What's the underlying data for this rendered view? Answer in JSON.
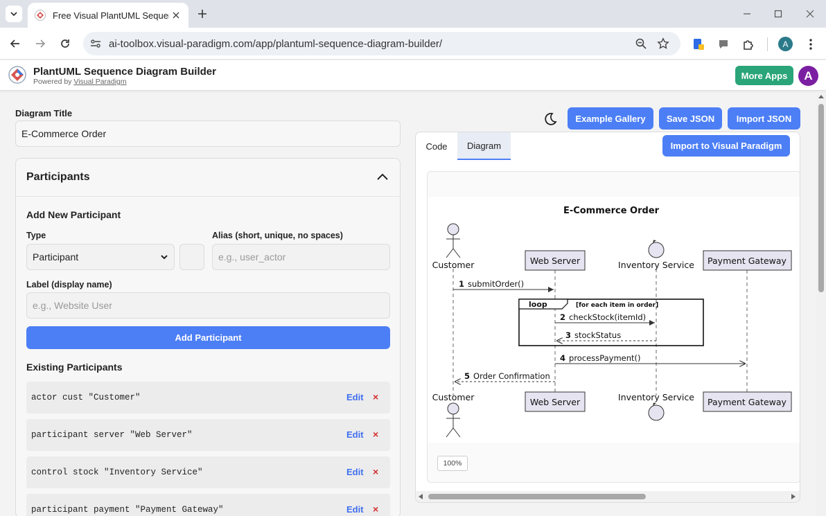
{
  "browser": {
    "tab_title": "Free Visual PlantUML Sequence Diagram Builder",
    "url": "ai-toolbox.visual-paradigm.com/app/plantuml-sequence-diagram-builder/",
    "profile_initial": "A"
  },
  "app": {
    "title": "PlantUML Sequence Diagram Builder",
    "powered_prefix": "Powered by ",
    "powered_link": "Visual Paradigm",
    "more_apps": "More Apps",
    "user_initial": "A"
  },
  "form": {
    "diagram_title_label": "Diagram Title",
    "diagram_title_value": "E-Commerce Order",
    "participants_header": "Participants",
    "add_new_header": "Add New Participant",
    "type_label": "Type",
    "type_value": "Participant",
    "alias_label": "Alias (short, unique, no spaces)",
    "alias_placeholder": "e.g., user_actor",
    "display_label": "Label (display name)",
    "display_placeholder": "e.g., Website User",
    "add_button": "Add Participant",
    "existing_header": "Existing Participants",
    "edit_label": "Edit",
    "delete_label": "×",
    "participants": [
      "actor cust \"Customer\"",
      "participant server \"Web Server\"",
      "control stock \"Inventory Service\"",
      "participant payment \"Payment Gateway\""
    ]
  },
  "right": {
    "example_gallery": "Example Gallery",
    "save_json": "Save JSON",
    "import_json": "Import JSON",
    "tab_code": "Code",
    "tab_diagram": "Diagram",
    "import_vp": "Import to Visual Paradigm",
    "zoom": "100%"
  },
  "diagram": {
    "title": "E-Commerce Order",
    "participants": {
      "customer": "Customer",
      "server": "Web Server",
      "stock": "Inventory Service",
      "payment": "Payment Gateway"
    },
    "loop_label": "loop",
    "loop_condition": "[for each item in order]",
    "messages": [
      {
        "num": "1",
        "text": "submitOrder()"
      },
      {
        "num": "2",
        "text": "checkStock(itemId)"
      },
      {
        "num": "3",
        "text": "stockStatus"
      },
      {
        "num": "4",
        "text": "processPayment()"
      },
      {
        "num": "5",
        "text": "Order Confirmation"
      }
    ]
  }
}
